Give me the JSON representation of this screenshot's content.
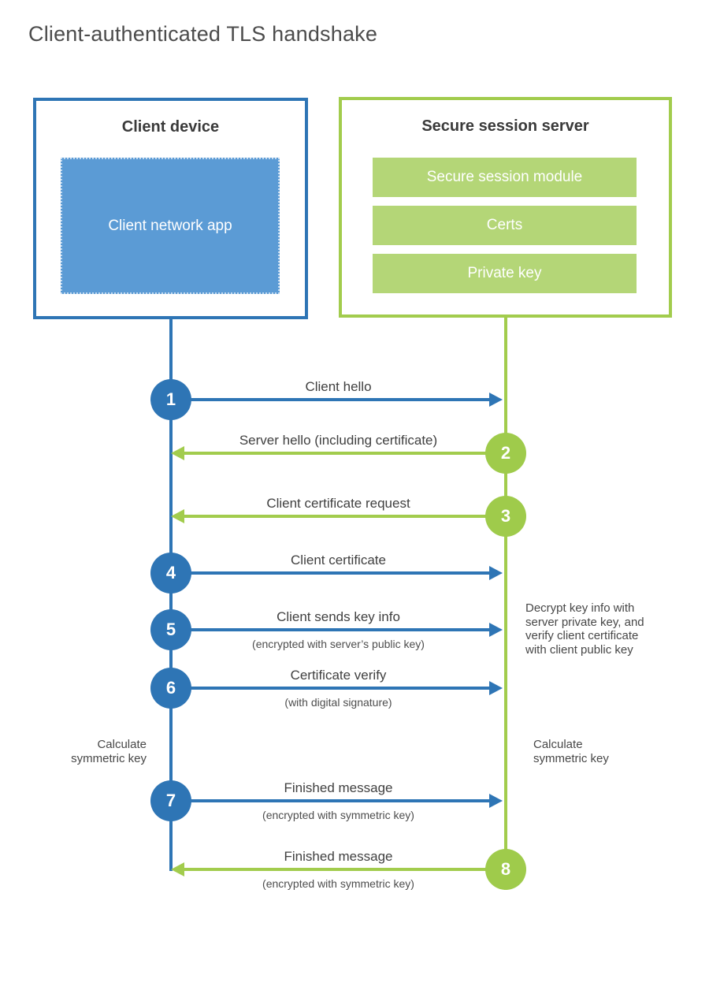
{
  "title": "Client-authenticated TLS handshake",
  "client_box": {
    "title": "Client device",
    "app": "Client network app"
  },
  "server_box": {
    "title": "Secure session server",
    "modules": [
      "Secure session module",
      "Certs",
      "Private key"
    ]
  },
  "steps": [
    {
      "num": "1",
      "label": "Client hello"
    },
    {
      "num": "2",
      "label": "Server hello (including certificate)"
    },
    {
      "num": "3",
      "label": "Client certificate request"
    },
    {
      "num": "4",
      "label": "Client certificate"
    },
    {
      "num": "5",
      "label": "Client sends key info",
      "sub": "(encrypted with server’s public key)"
    },
    {
      "num": "6",
      "label": "Certificate verify",
      "sub": "(with digital signature)"
    },
    {
      "num": "7",
      "label": "Finished message",
      "sub": "(encrypted with symmetric key)"
    },
    {
      "num": "8",
      "label": "Finished message",
      "sub": "(encrypted with symmetric key)"
    }
  ],
  "annotations": {
    "decrypt_note": "Decrypt key info with server private key, and verify client certificate with client public key",
    "calculate_left": "Calculate symmetric key",
    "calculate_right": "Calculate symmetric key"
  },
  "colors": {
    "blue": "#2e75b5",
    "blue_fill": "#5b9bd5",
    "green": "#a2cc4d",
    "green_circle": "#9fcb4b",
    "green_fill": "#b4d677",
    "text_dark": "#404040"
  }
}
